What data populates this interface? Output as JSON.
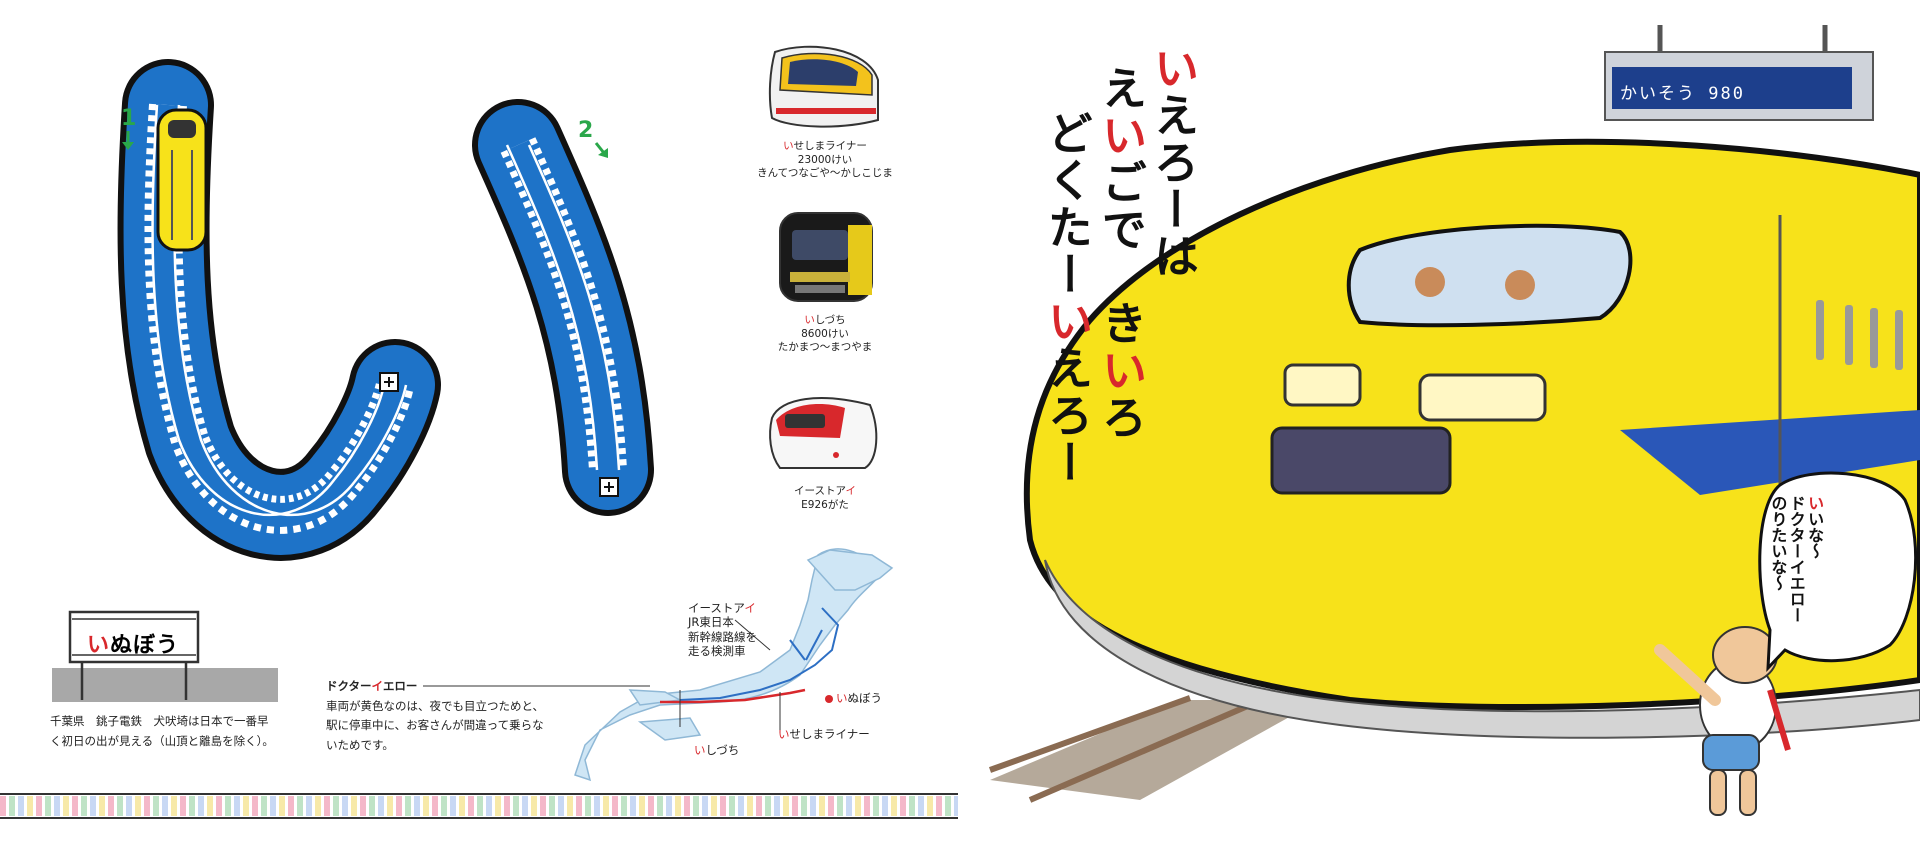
{
  "left_page": {
    "vehicles": [
      {
        "name_accent": "い",
        "name_rest": "せしまライナー",
        "model": "23000けい",
        "route": "きんてつなごや〜かしこじま"
      },
      {
        "name_accent": "い",
        "name_rest": "しづち",
        "model": "8600けい",
        "route": "たかまつ〜まつやま"
      },
      {
        "name_rest_before": "イーストア",
        "name_accent": "イ",
        "model": "E926がた"
      }
    ],
    "stroke_numbers": [
      "1",
      "2"
    ],
    "station_sign": {
      "accent": "い",
      "rest": "ぬぼう"
    },
    "station_note": [
      "千葉県　銚子電鉄　犬吠埼は日本で一番早",
      "く初日の出が見える（山頂と離島を除く）。"
    ],
    "dr_yellow": {
      "title_before": "ドクター",
      "title_accent": "イ",
      "title_after": "エロー",
      "body": [
        "車両が黄色なのは、夜でも目立つためと、",
        "駅に停車中に、お客さんが間違って乗らな",
        "いためです。"
      ]
    },
    "map": {
      "east_i": {
        "before": "イーストア",
        "accent": "イ",
        "lines": [
          "JR東日本",
          "新幹線路線を",
          "走る検測車"
        ]
      },
      "inubou": {
        "accent": "い",
        "rest": "ぬぼう"
      },
      "ishizuchi": {
        "accent": "い",
        "rest": "しづち"
      },
      "iseshima": {
        "accent": "い",
        "rest": "せしまライナー"
      }
    }
  },
  "right_page": {
    "title_lines": [
      {
        "a": "い",
        "b": "えろーは"
      },
      {
        "a": "え",
        "b": "い",
        "c": "ごで　き",
        "d": "い",
        "e": "ろ"
      },
      {
        "a": "どくたー",
        "b": "い",
        "c": "えろー"
      }
    ],
    "station_board": "かいそう 980",
    "speech": {
      "line1_accent": "い",
      "line1_rest": "いな〜",
      "line2": "ドクターイエロー",
      "line3": "のりたいな〜"
    }
  },
  "colors": {
    "accent_red": "#d8282c",
    "track_blue": "#1e73c8",
    "train_yellow": "#f7e21a",
    "stroke_green": "#2aa74a",
    "board_navy": "#1d3f8c"
  }
}
